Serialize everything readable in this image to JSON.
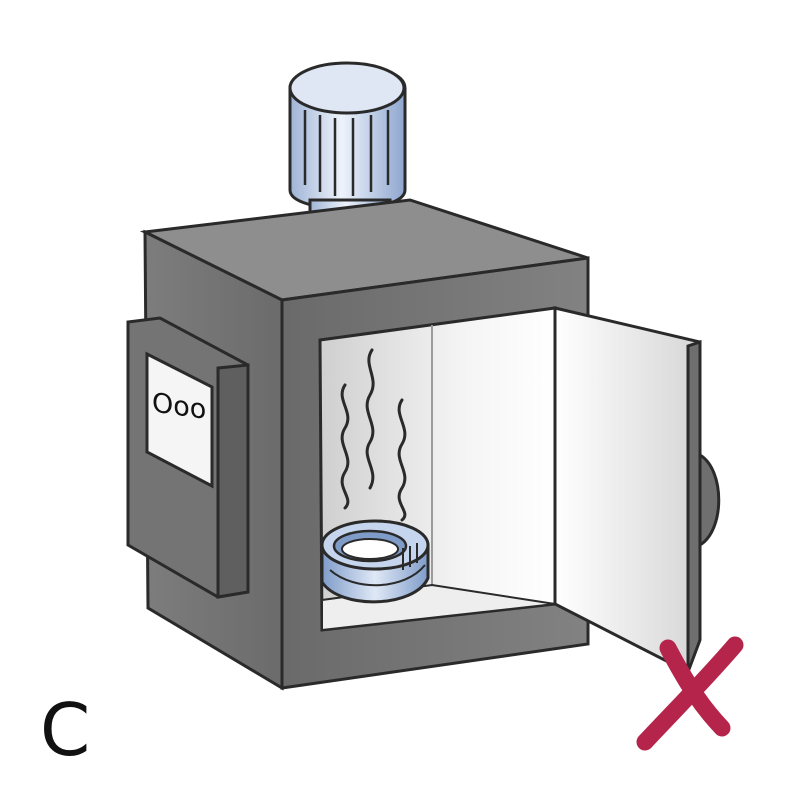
{
  "figure": {
    "panel_letter": "C",
    "display_text": "Ooo",
    "mark": "X"
  },
  "colors": {
    "cabinet_top": "#8c8c8c",
    "cabinet_side": "#7a7a7a",
    "cabinet_front": "#6e6e6e",
    "outline": "#2a2a2a",
    "interior": "#f2f2f2",
    "knob_blue": "#b8c9e4",
    "bearing_blue": "#a9bfe0",
    "cross_mark": "#b5244a"
  },
  "icons": [
    "heater-knob-icon",
    "heat-waves-icon",
    "bearing-icon",
    "cross-mark-icon"
  ]
}
